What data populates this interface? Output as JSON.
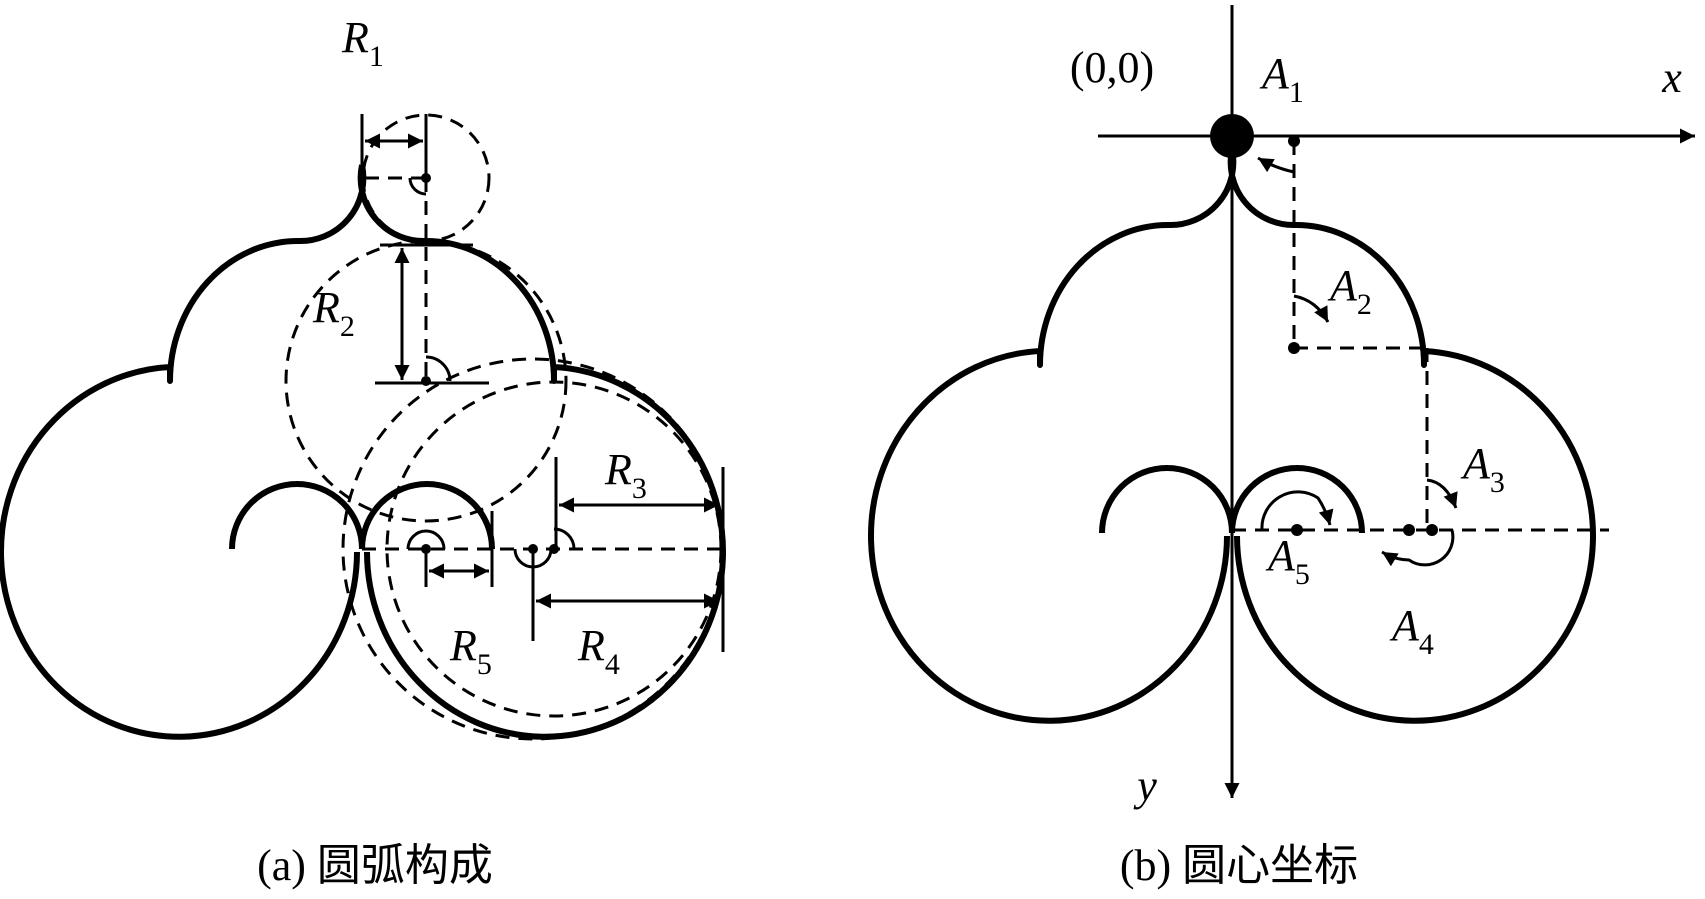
{
  "panel_a": {
    "caption": "(a) 圆弧构成",
    "radius_labels": [
      {
        "letter": "R",
        "sub": "1"
      },
      {
        "letter": "R",
        "sub": "2"
      },
      {
        "letter": "R",
        "sub": "3"
      },
      {
        "letter": "R",
        "sub": "4"
      },
      {
        "letter": "R",
        "sub": "5"
      }
    ]
  },
  "panel_b": {
    "caption": "(b) 圆心坐标",
    "origin_label": "(0,0)",
    "x_axis_label": "x",
    "y_axis_label": "y",
    "center_labels": [
      {
        "letter": "A",
        "sub": "1"
      },
      {
        "letter": "A",
        "sub": "2"
      },
      {
        "letter": "A",
        "sub": "3"
      },
      {
        "letter": "A",
        "sub": "4"
      },
      {
        "letter": "A",
        "sub": "5"
      }
    ]
  },
  "colors": {
    "stroke": "#000000",
    "background": "#ffffff"
  }
}
